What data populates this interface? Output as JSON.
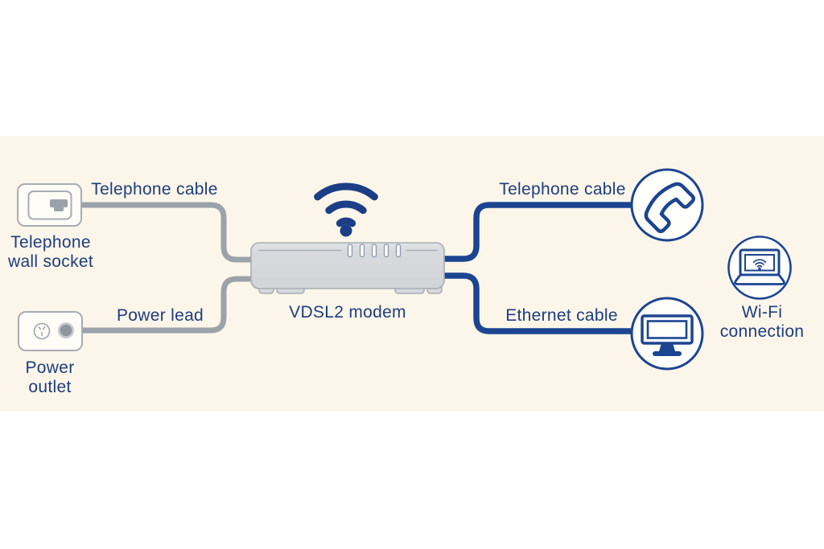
{
  "colors": {
    "label_navy": "#1e3c7e",
    "icon_blue": "#1c4591",
    "wifi_fill_blue": "#1b3e86",
    "cable_gray": "#9ca2aa",
    "device_outline_gray": "#a7adb5",
    "modem_fill_gray": "#d7d9dc",
    "band_cream": "#fbf6e9",
    "page_white": "#ffffff"
  },
  "diagram": {
    "nodes": {
      "telephone_wall_socket": {
        "label": "Telephone\nwall socket",
        "icon": "telephone-wall-socket-icon"
      },
      "power_outlet": {
        "label": "Power\noutlet",
        "icon": "power-outlet-icon"
      },
      "vdsl2_modem": {
        "label": "VDSL2 modem",
        "icon": "modem-icon"
      },
      "phone": {
        "icon": "phone-handset-icon"
      },
      "computer": {
        "icon": "monitor-icon"
      },
      "wifi_connection": {
        "label": "Wi-Fi\nconnection",
        "icon": "laptop-wifi-icon"
      }
    },
    "connections": [
      {
        "id": "wall-socket-to-modem",
        "label": "Telephone cable",
        "style": "gray-cable"
      },
      {
        "id": "power-outlet-to-modem",
        "label": "Power lead",
        "style": "gray-cable"
      },
      {
        "id": "modem-to-phone",
        "label": "Telephone cable",
        "style": "blue-cable"
      },
      {
        "id": "modem-to-computer",
        "label": "Ethernet cable",
        "style": "blue-cable"
      }
    ]
  }
}
